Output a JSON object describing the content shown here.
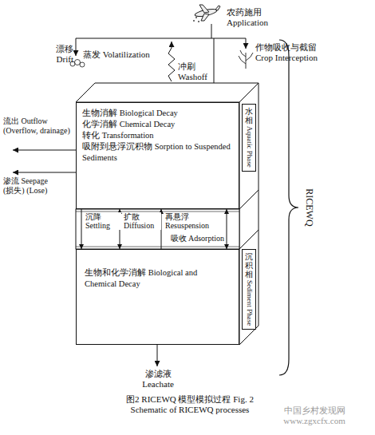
{
  "diagram": {
    "caption": "图2 RICEWQ 模型模拟过程 Fig. 2 Schematic of RICEWQ processes",
    "nodes": [
      {
        "text": [
          "生物消解 Biological Decay",
          "化学消解 Chemical Decay",
          "转化 Transformation",
          "吸附到悬浮沉积物 Sorption to Suspended Sediments"
        ]
      },
      {
        "text": [
          "水相",
          "Aquatic Phase"
        ]
      },
      {
        "text": [
          "生物和化学消解 Biological and Chemical Decay"
        ]
      },
      {
        "text": [
          "沉积相",
          "Sediment Phase"
        ]
      }
    ],
    "edges": [
      {
        "from": 0,
        "to": 2,
        "label": "沉降 Settling",
        "arrow": "to"
      },
      {
        "from": 0,
        "to": 2,
        "label": "扩散 Diffusion",
        "arrow": "both"
      },
      {
        "from": 2,
        "to": 0,
        "label": "再悬浮 Resuspension",
        "arrow": "to"
      },
      {
        "from": 0,
        "to": 2,
        "label": "吸收 Adsorption",
        "arrow": "both"
      }
    ],
    "labels": [
      "农药施用 Application",
      "漂移 Drift",
      "蒸发 Volatilization",
      "作物吸收与截留 Crop Interception",
      "冲刷 Washoff",
      "流出 Outflow (Overflow, drainage)",
      "渗流 Seepage (损失) (Lose)",
      "渗滤液 Leachate",
      "RICEWQ",
      "中国乡村发现网 www.zgxcfx.com"
    ]
  }
}
